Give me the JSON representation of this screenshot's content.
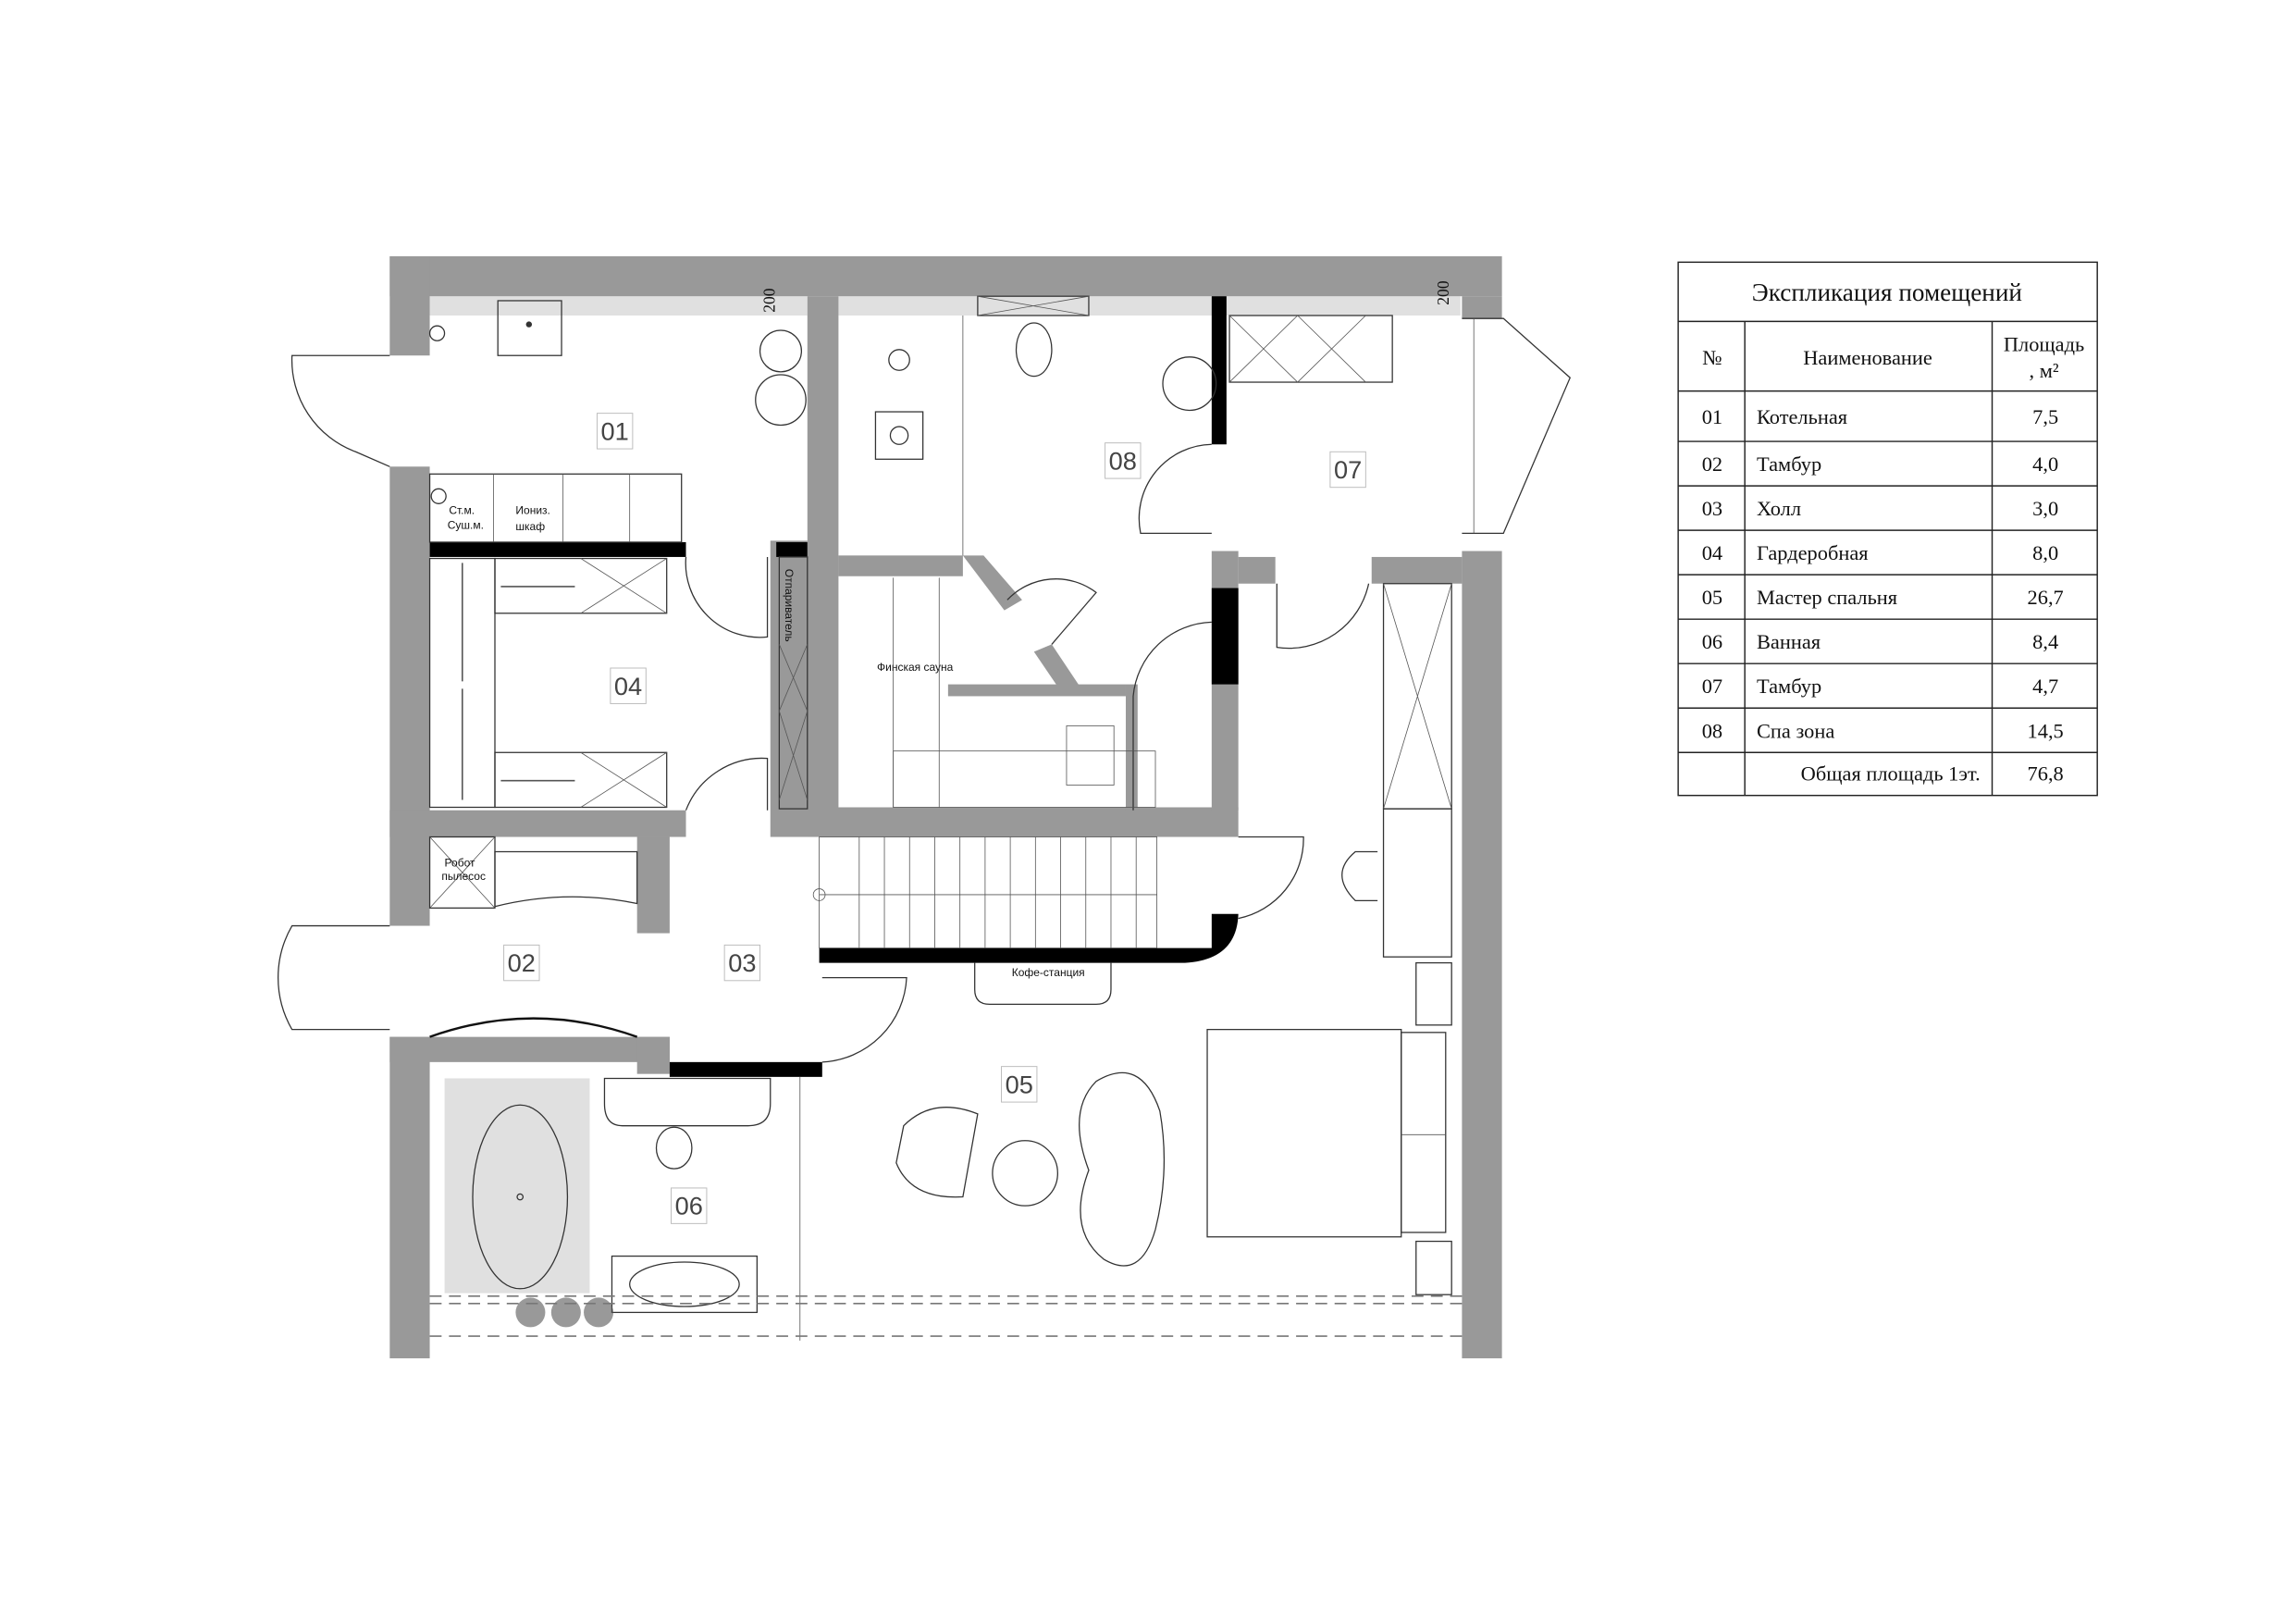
{
  "plan": {
    "dimension_marks": [
      "200",
      "200"
    ],
    "rooms": [
      {
        "number": "01"
      },
      {
        "number": "02"
      },
      {
        "number": "03"
      },
      {
        "number": "04"
      },
      {
        "number": "05"
      },
      {
        "number": "06"
      },
      {
        "number": "07"
      },
      {
        "number": "08"
      }
    ],
    "fixture_labels": {
      "washer_dryer_1": "Ст.м.",
      "washer_dryer_2": "Суш.м.",
      "ion_cabinet_1": "Иониз.",
      "ion_cabinet_2": "шкаф",
      "steamer": "Отпариватель",
      "sauna": "Финская сауна",
      "robot_1": "Робот",
      "robot_2": "пылесос",
      "coffee": "Кофе-станция"
    },
    "colors": {
      "wall": "#999999",
      "partition": "#000000",
      "finish_strip": "#e0e0e0"
    }
  },
  "explication": {
    "title": "Экспликация помещений",
    "headers": {
      "no": "№",
      "name": "Наименование",
      "area_1": "Площадь",
      "area_2": ", м²"
    },
    "rows": [
      {
        "no": "01",
        "name": "Котельная",
        "area": "7,5"
      },
      {
        "no": "02",
        "name": "Тамбур",
        "area": "4,0"
      },
      {
        "no": "03",
        "name": "Холл",
        "area": "3,0"
      },
      {
        "no": "04",
        "name": "Гардеробная",
        "area": "8,0"
      },
      {
        "no": "05",
        "name": "Мастер спальня",
        "area": "26,7"
      },
      {
        "no": "06",
        "name": "Ванная",
        "area": "8,4"
      },
      {
        "no": "07",
        "name": "Тамбур",
        "area": "4,7"
      },
      {
        "no": "08",
        "name": "Спа зона",
        "area": "14,5"
      }
    ],
    "total_label": "Общая площадь 1эт.",
    "total_area": "76,8"
  }
}
